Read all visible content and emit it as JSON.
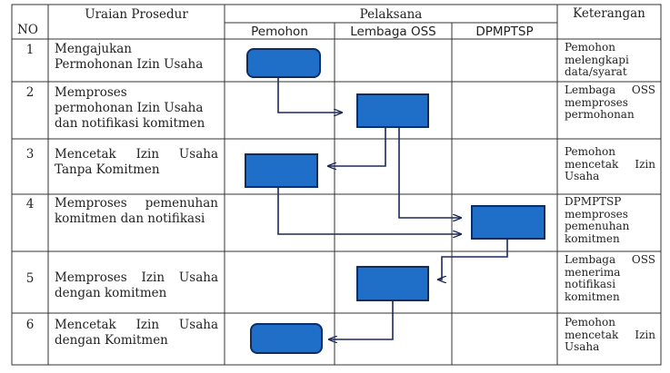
{
  "header": {
    "no": "NO",
    "uraian": "Uraian Prosedur",
    "pelaksana": "Pelaksana",
    "keterangan": "Keterangan",
    "col_pemohon": "Pemohon",
    "col_oss": "Lembaga OSS",
    "col_dpmptsp": "DPMPTSP"
  },
  "rows": [
    {
      "no": "1",
      "uraian_1": "Mengajukan",
      "uraian_2": "Permohonan Izin Usaha",
      "uraian_3": "",
      "ket_1": "Pemohon",
      "ket_2": "melengkapi",
      "ket_3": "data/syarat",
      "ket_4": ""
    },
    {
      "no": "2",
      "uraian_1": "Memproses",
      "uraian_2": "permohonan Izin Usaha",
      "uraian_3": "dan notifikasi komitmen",
      "ket_1": "Lembaga OSS",
      "ket_2": "memproses",
      "ket_3": "permohonan",
      "ket_4": ""
    },
    {
      "no": "3",
      "uraian_1": "Mencetak Izin Usaha",
      "uraian_2": "Tanpa Komitmen",
      "uraian_3": "",
      "ket_1": "Pemohon",
      "ket_2": "mencetak Izin",
      "ket_3": "Usaha",
      "ket_4": ""
    },
    {
      "no": "4",
      "uraian_1": "Memproses pemenuhan",
      "uraian_2": "komitmen dan notifikasi",
      "uraian_3": "",
      "ket_1": "DPMPTSP",
      "ket_2": "memproses",
      "ket_3": "pemenuhan",
      "ket_4": "komitmen"
    },
    {
      "no": "5",
      "uraian_1": "Memproses Izin Usaha",
      "uraian_2": "dengan komitmen",
      "uraian_3": "",
      "ket_1": "Lembaga OSS",
      "ket_2": "menerima",
      "ket_3": "notifikasi",
      "ket_4": "komitmen"
    },
    {
      "no": "6",
      "uraian_1": "Mencetak Izin Usaha",
      "uraian_2": "dengan Komitmen",
      "uraian_3": "",
      "ket_1": "Pemohon",
      "ket_2": "mencetak Izin",
      "ket_3": "Usaha",
      "ket_4": ""
    }
  ],
  "colors": {
    "box_fill": "#1f6fc8",
    "box_stroke": "#0b2e66",
    "line": "#1b2a5a",
    "grid": "#333333"
  }
}
